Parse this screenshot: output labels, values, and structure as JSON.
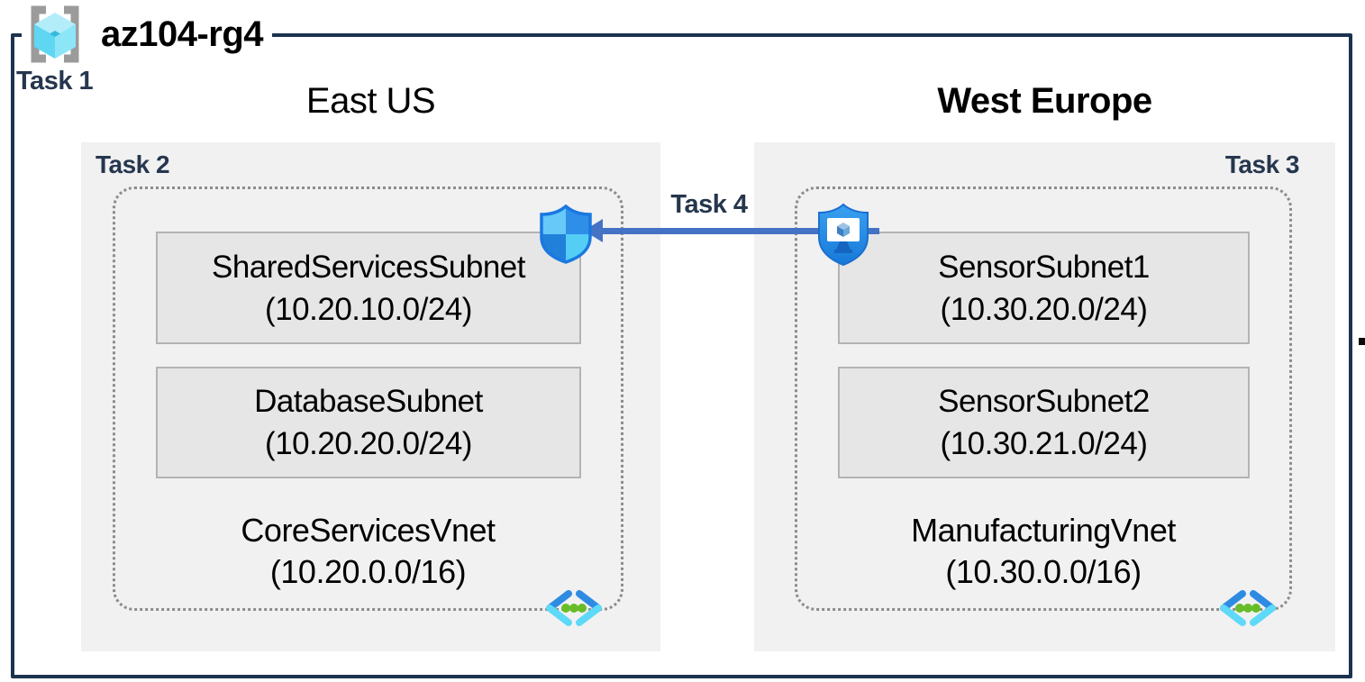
{
  "resource_group": {
    "name": "az104-rg4",
    "task": "Task 1"
  },
  "regions": [
    {
      "name": "East US",
      "task": "Task 2",
      "vnet": {
        "name": "CoreServicesVnet",
        "cidr": "(10.20.0.0/16)",
        "subnets": [
          {
            "name": "SharedServicesSubnet",
            "cidr": "(10.20.10.0/24)"
          },
          {
            "name": "DatabaseSubnet",
            "cidr": "(10.20.20.0/24)"
          }
        ]
      }
    },
    {
      "name": "West Europe",
      "task": "Task 3",
      "vnet": {
        "name": "ManufacturingVnet",
        "cidr": "(10.30.0.0/16)",
        "subnets": [
          {
            "name": "SensorSubnet1",
            "cidr": "(10.30.20.0/24)"
          },
          {
            "name": "SensorSubnet2",
            "cidr": "(10.30.21.0/24)"
          }
        ]
      }
    }
  ],
  "connection": {
    "task": "Task 4",
    "direction": "right-to-left"
  },
  "icons": {
    "resource_group": "resource-group-icon",
    "nsg": "network-security-shield-icon",
    "bastion": "bastion-shield-monitor-icon",
    "vnet": "virtual-network-chevron-icon"
  },
  "colors": {
    "outline_navy": "#1C3350",
    "task_label": "#26364E",
    "arrow_blue": "#4472C4",
    "region_bg": "#F1F1F2",
    "subnet_bg": "#E6E6E6",
    "subnet_border": "#B3B3B3",
    "dotted_border": "#8C8C8C",
    "chevron_dark_blue": "#2E8BE2",
    "chevron_cyan": "#5FD9F8",
    "dot_green": "#67BD27",
    "shield_blue": "#2F8FE8",
    "shield_cyan": "#54CEF5"
  }
}
